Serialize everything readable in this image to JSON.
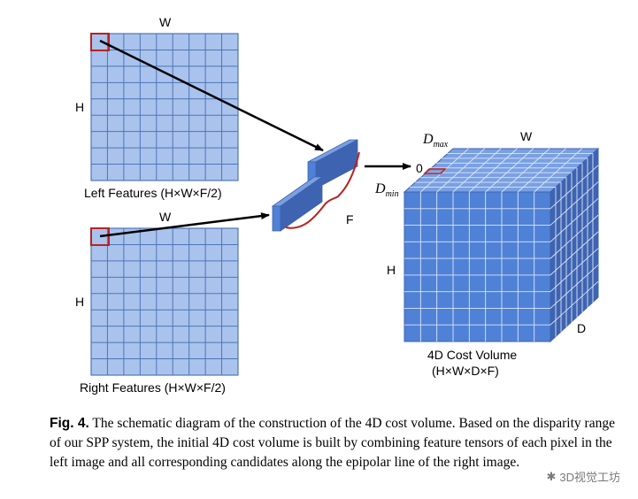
{
  "labels": {
    "left_w": "W",
    "left_h": "H",
    "left_title": "Left Features (H×W×F/2)",
    "right_w": "W",
    "right_h": "H",
    "right_title": "Right Features (H×W×F/2)",
    "f_label": "F",
    "dmax_base": "D",
    "dmax_sub": "max",
    "dmin_base": "D",
    "dmin_sub": "min",
    "zero": "0",
    "cv_w": "W",
    "cv_h": "H",
    "cv_d": "D",
    "cv_title": "4D Cost Volume",
    "cv_dims": "(H×W×D×F)"
  },
  "caption": {
    "fig": "Fig. 4.",
    "text": "The schematic diagram of the construction of the 4D cost volume. Based on the disparity range of our SPP system, the initial 4D cost volume is built by combining feature tensors of each pixel in the left image and all corresponding candidates along the epipolar line of the right image."
  },
  "watermark": "3D视觉工坊",
  "colors": {
    "grid_fill": "#a9c3ec",
    "grid_line": "#4f74b8",
    "front_face": "#4f81d6",
    "top_face": "#7aa0e2",
    "side_face": "#3e63b0",
    "highlight": "#b82222"
  }
}
